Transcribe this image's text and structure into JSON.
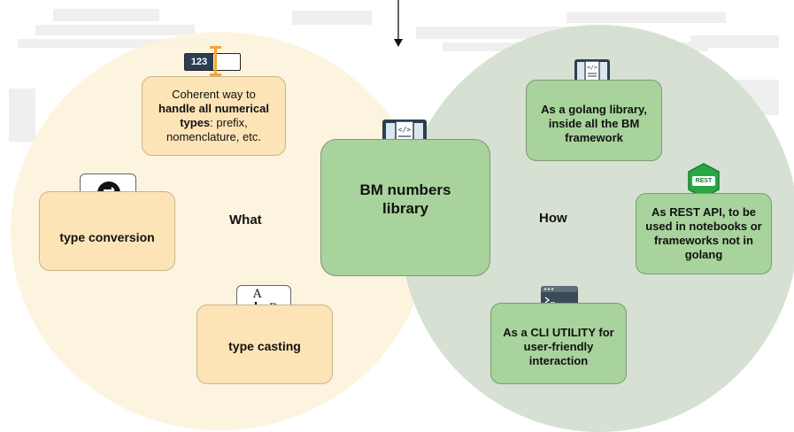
{
  "labels": {
    "what": "What",
    "how": "How"
  },
  "center": {
    "title": "BM numbers\nlibrary"
  },
  "what_items": {
    "numerical": {
      "pre": "Coherent way to",
      "bold": "handle all numerical types",
      "post": ": prefix, nomenclature, etc."
    },
    "conversion": {
      "text": "type conversion"
    },
    "casting": {
      "text": "type casting"
    }
  },
  "how_items": {
    "golang": {
      "pre": "As a ",
      "bold": "golang library,",
      "post": " inside all the BM framework"
    },
    "rest": {
      "pre": "As ",
      "bold": "REST API,",
      "post": " to be used in notebooks or frameworks not in golang"
    },
    "cli": {
      "pre": "As a ",
      "bold": "CLI UTILITY",
      "post": " for user-friendly interaction"
    }
  },
  "icons": {
    "numeric_field": {
      "name": "numeric-input-icon",
      "text": "123"
    },
    "rest_badge": {
      "name": "rest-badge-icon",
      "text": "REST"
    },
    "casting_letters": {
      "name": "type-casting-icon",
      "a": "A",
      "b": "B"
    }
  },
  "colors": {
    "left_circle": "#fdf3dd",
    "right_circle": "#d3ddcf",
    "yellow_box": "#fde4b6",
    "green_box": "#a8d39c",
    "accent_orange": "#f3a53b"
  }
}
